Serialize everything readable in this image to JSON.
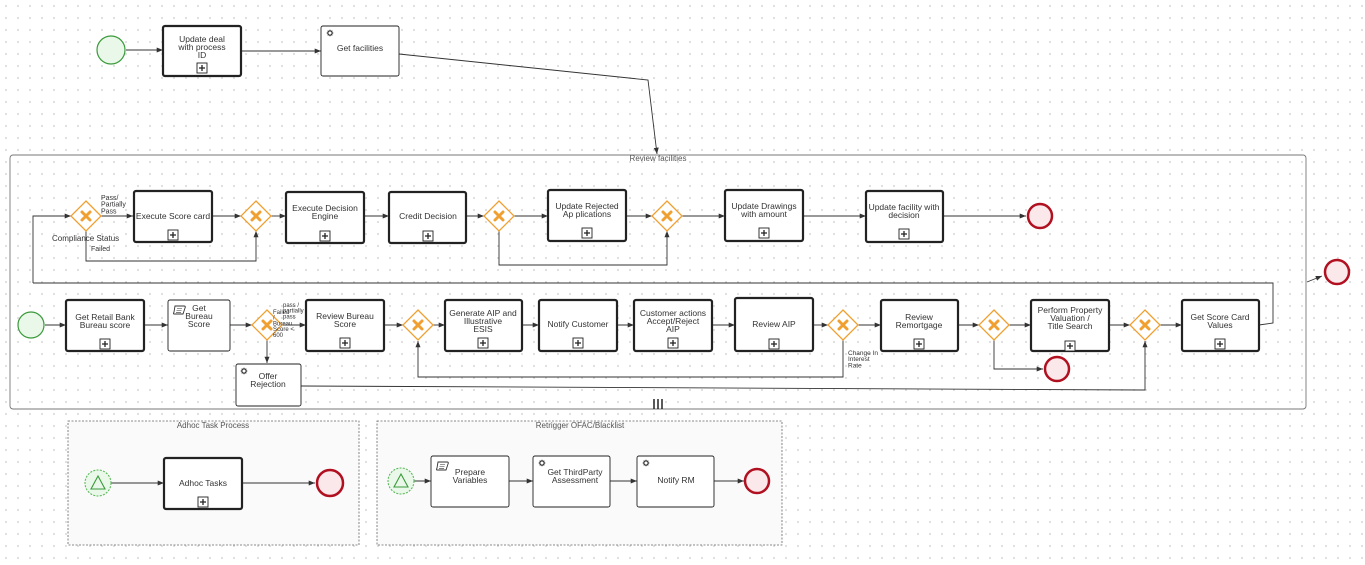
{
  "colors": {
    "gateway": "#f0a030",
    "start_event": "#3a9a3a",
    "end_event": "#b01020",
    "flow": "#333333"
  },
  "icons": {
    "service_task": "gear-icon",
    "script_task": "script-icon",
    "subprocess_marker": "plus-icon",
    "multi_instance_marker": "parallel-bars-icon",
    "gateway": "exclusive-x-icon",
    "signal_start": "triangle-icon"
  },
  "top": {
    "update_deal": "Update deal with process ID",
    "get_facilities": "Get facilities"
  },
  "review": {
    "title": "Review facilities",
    "compliance_label": "Compliance Status",
    "pass_label": "Pass/ Partially Pass",
    "failed_label": "Failed",
    "execute_score": "Execute Score card",
    "execute_decision": "Execute Decision Engine",
    "credit_decision": "Credit Decision",
    "update_rejected": "Update Rejected Ap plications",
    "update_drawings": "Update Drawings with amount",
    "update_facility": "Update facility with decision",
    "get_retail": "Get Retail Bank Bureau score",
    "get_bureau": "Get Bureau Score",
    "bureau_fail_label": "Failed / Bureau Score < 600",
    "bureau_pass_label": "pass / partially pass",
    "offer_rejection": "Offer Rejection",
    "review_bureau": "Review Bureau Score",
    "generate_aip": "Generate AIP and Illustrative ESIS",
    "notify_customer": "Notify Customer",
    "customer_actions": "Customer actions Accept/Reject AIP",
    "review_aip": "Review AIP",
    "change_rate_label": "Change In Interest Rate",
    "review_remortgage": "Review Remortgage",
    "perform_property": "Perform Property Valuation / Title Search",
    "get_score_values": "Get Score Card Values"
  },
  "adhoc": {
    "title": "Adhoc Task Process",
    "adhoc_tasks": "Adhoc Tasks"
  },
  "retrigger": {
    "title": "Retrigger OFAC/Blacklist",
    "prepare_variables": "Prepare Variables",
    "third_party": "Get ThirdParty Assessment",
    "notify_rm": "Notify RM"
  }
}
